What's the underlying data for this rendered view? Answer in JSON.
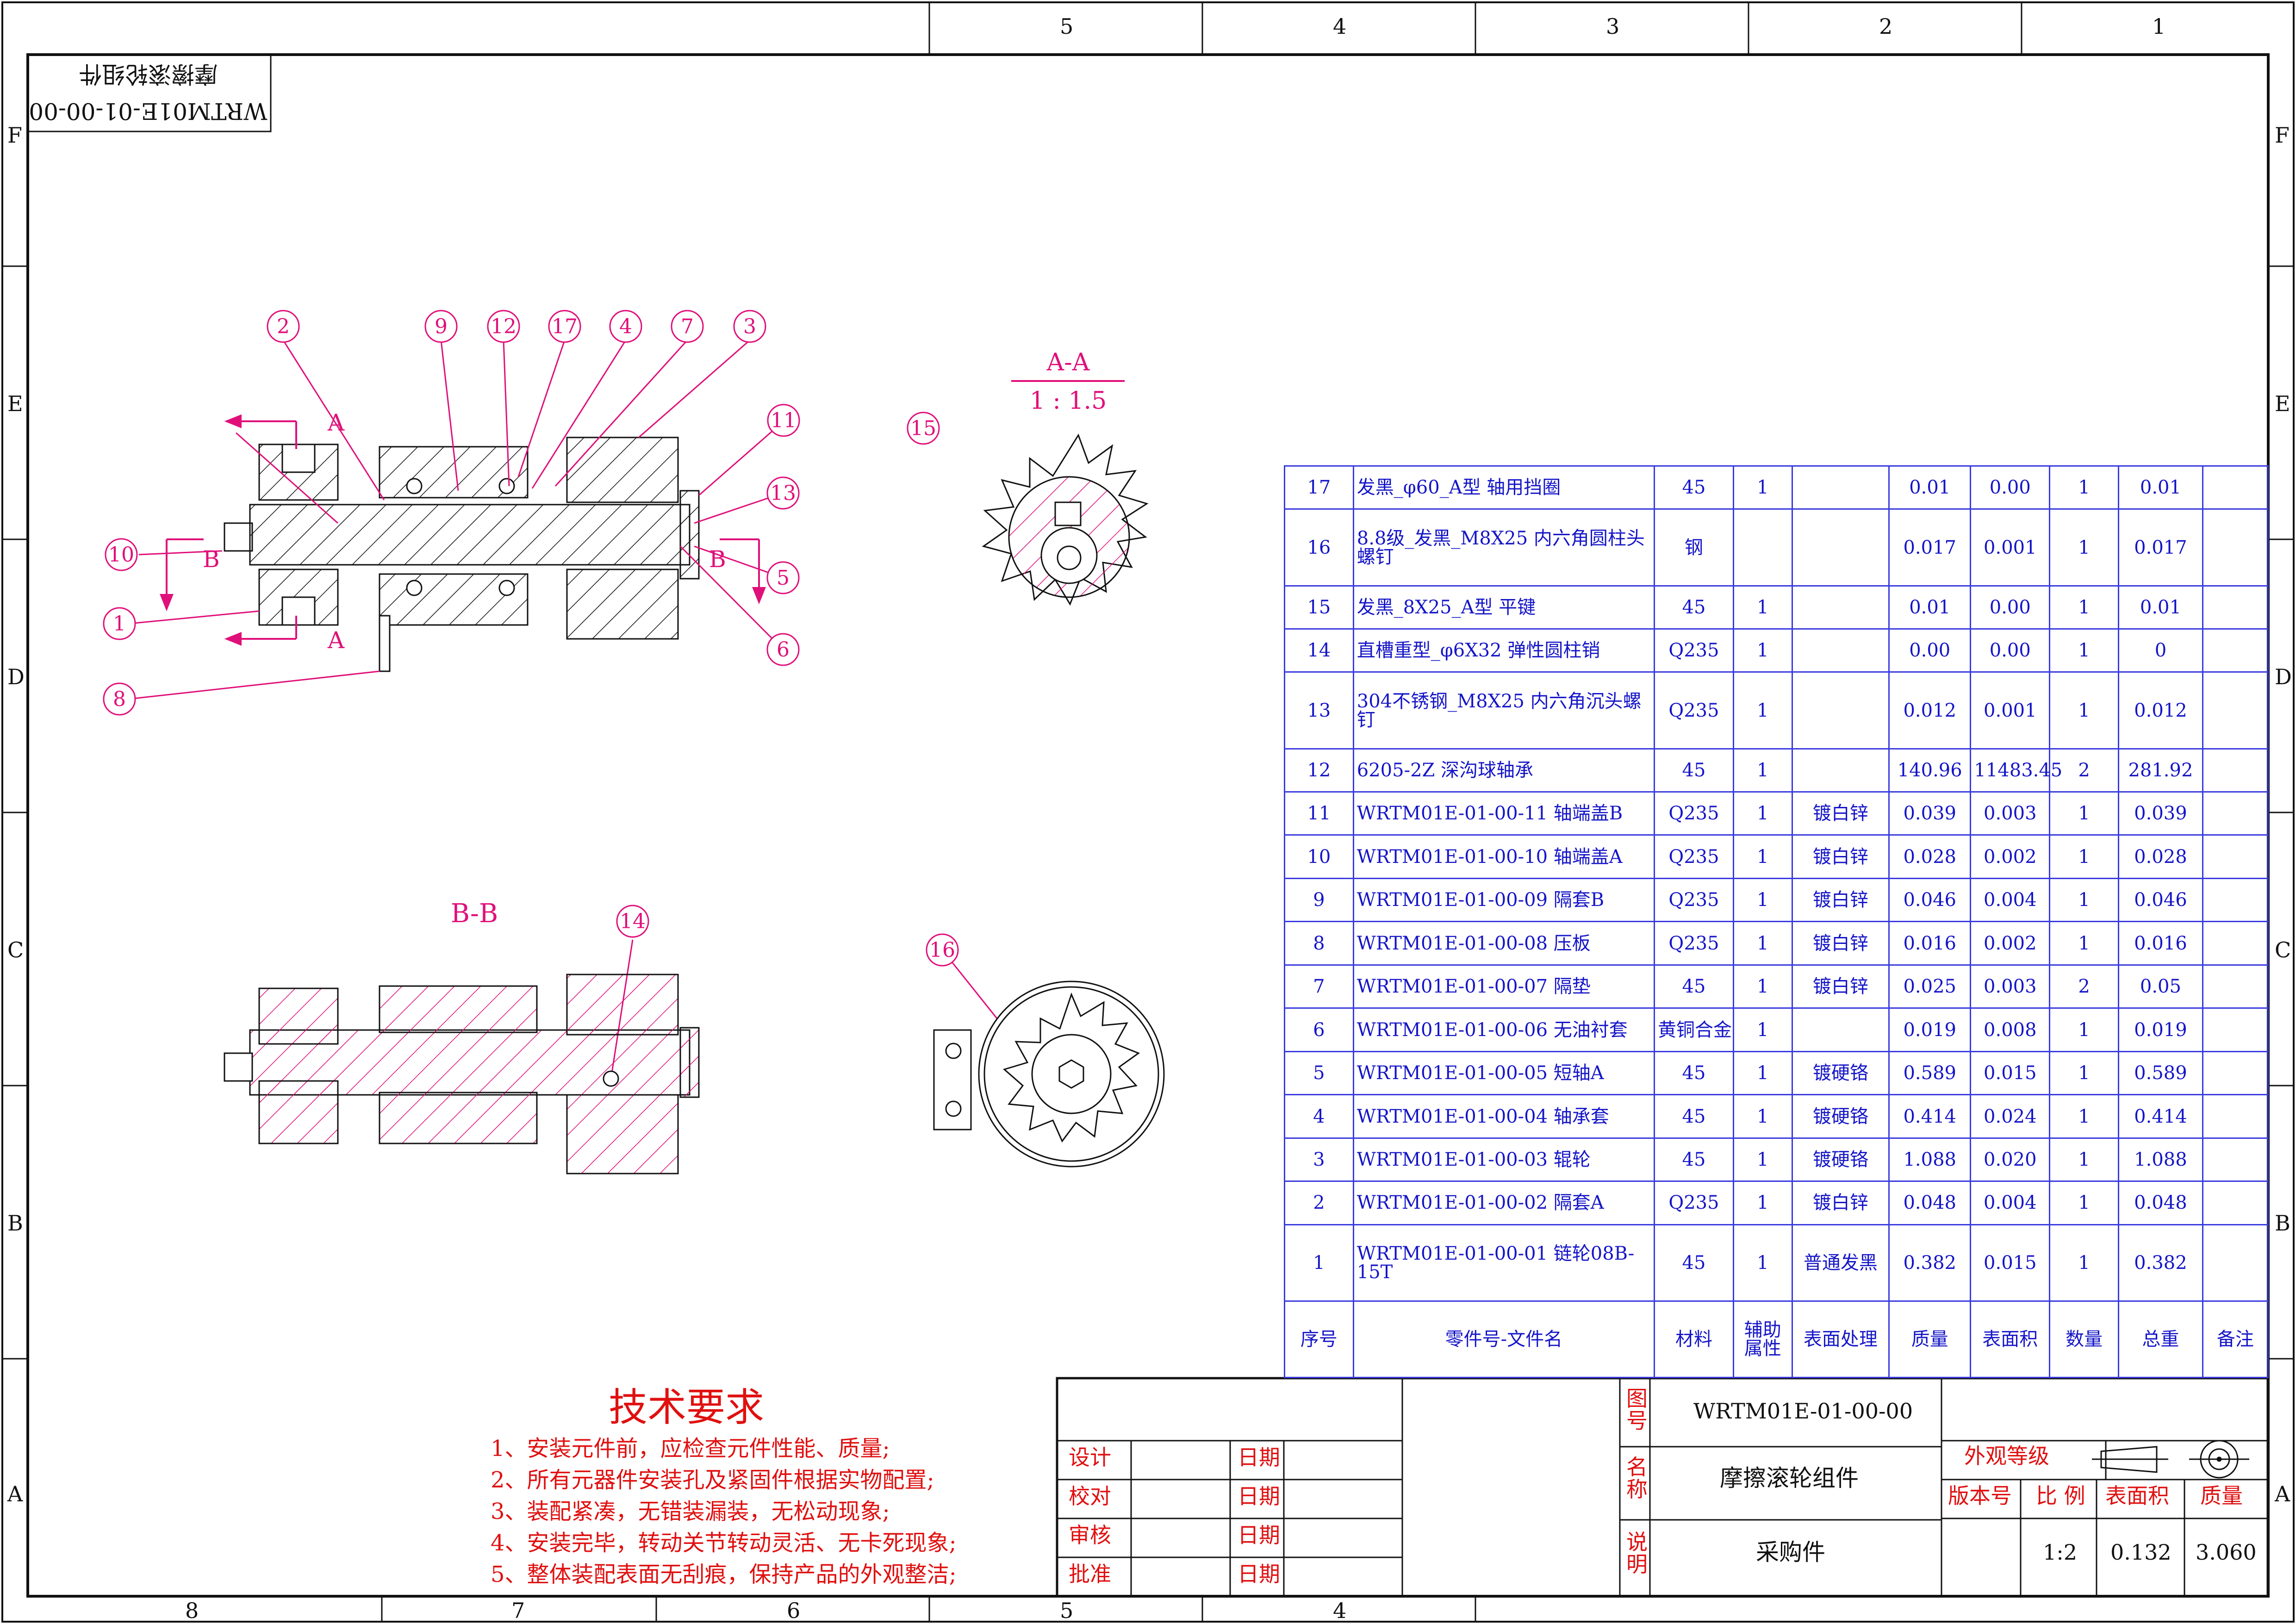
{
  "drawing": {
    "number": "WRTM01E-01-00-00",
    "name": "摩擦滚轮组件",
    "note": "采购件",
    "scale": "1:2",
    "surface_area": "0.132",
    "mass": "3.060"
  },
  "zones": {
    "top_numbers": [
      "5",
      "4",
      "3",
      "2",
      "1"
    ],
    "bottom_numbers": [
      "8",
      "7",
      "6",
      "5",
      "4"
    ],
    "rows": [
      "F",
      "E",
      "D",
      "C",
      "B",
      "A"
    ]
  },
  "views": {
    "section_aa_label": "A-A",
    "section_aa_scale": "1 : 1.5",
    "section_bb_label": "B-B",
    "cut_a": "A",
    "cut_b": "B"
  },
  "balloons": [
    "2",
    "9",
    "12",
    "17",
    "4",
    "7",
    "3",
    "11",
    "13",
    "10",
    "5",
    "1",
    "6",
    "8",
    "15",
    "14",
    "16"
  ],
  "bom_header": [
    "序号",
    "零件号-文件名",
    "材料",
    "辅助属性",
    "表面处理",
    "质量",
    "表面积",
    "数量",
    "总重",
    "备注"
  ],
  "bom": [
    {
      "no": "17",
      "name": "发黑_φ60_A型 轴用挡圈",
      "material": "45",
      "aux": "1",
      "finish": "",
      "mass": "0.01",
      "area": "0.00",
      "qty": "1",
      "total": "0.01"
    },
    {
      "no": "16",
      "name": "8.8级_发黑_M8X25 内六角圆柱头螺钉",
      "material": "钢",
      "aux": "",
      "finish": "",
      "mass": "0.017",
      "area": "0.001",
      "qty": "1",
      "total": "0.017"
    },
    {
      "no": "15",
      "name": "发黑_8X25_A型 平键",
      "material": "45",
      "aux": "1",
      "finish": "",
      "mass": "0.01",
      "area": "0.00",
      "qty": "1",
      "total": "0.01"
    },
    {
      "no": "14",
      "name": "直槽重型_φ6X32 弹性圆柱销",
      "material": "Q235",
      "aux": "1",
      "finish": "",
      "mass": "0.00",
      "area": "0.00",
      "qty": "1",
      "total": "0"
    },
    {
      "no": "13",
      "name": "304不锈钢_M8X25 内六角沉头螺钉",
      "material": "Q235",
      "aux": "1",
      "finish": "",
      "mass": "0.012",
      "area": "0.001",
      "qty": "1",
      "total": "0.012"
    },
    {
      "no": "12",
      "name": "6205-2Z 深沟球轴承",
      "material": "45",
      "aux": "1",
      "finish": "",
      "mass": "140.96",
      "area": "11483.45",
      "qty": "2",
      "total": "281.92"
    },
    {
      "no": "11",
      "name": "WRTM01E-01-00-11 轴端盖B",
      "material": "Q235",
      "aux": "1",
      "finish": "镀白锌",
      "mass": "0.039",
      "area": "0.003",
      "qty": "1",
      "total": "0.039"
    },
    {
      "no": "10",
      "name": "WRTM01E-01-00-10 轴端盖A",
      "material": "Q235",
      "aux": "1",
      "finish": "镀白锌",
      "mass": "0.028",
      "area": "0.002",
      "qty": "1",
      "total": "0.028"
    },
    {
      "no": "9",
      "name": "WRTM01E-01-00-09 隔套B",
      "material": "Q235",
      "aux": "1",
      "finish": "镀白锌",
      "mass": "0.046",
      "area": "0.004",
      "qty": "1",
      "total": "0.046"
    },
    {
      "no": "8",
      "name": "WRTM01E-01-00-08 压板",
      "material": "Q235",
      "aux": "1",
      "finish": "镀白锌",
      "mass": "0.016",
      "area": "0.002",
      "qty": "1",
      "total": "0.016"
    },
    {
      "no": "7",
      "name": "WRTM01E-01-00-07 隔垫",
      "material": "45",
      "aux": "1",
      "finish": "镀白锌",
      "mass": "0.025",
      "area": "0.003",
      "qty": "2",
      "total": "0.05"
    },
    {
      "no": "6",
      "name": "WRTM01E-01-00-06 无油衬套",
      "material": "黄铜合金",
      "aux": "1",
      "finish": "",
      "mass": "0.019",
      "area": "0.008",
      "qty": "1",
      "total": "0.019"
    },
    {
      "no": "5",
      "name": "WRTM01E-01-00-05 短轴A",
      "material": "45",
      "aux": "1",
      "finish": "镀硬铬",
      "mass": "0.589",
      "area": "0.015",
      "qty": "1",
      "total": "0.589"
    },
    {
      "no": "4",
      "name": "WRTM01E-01-00-04 轴承套",
      "material": "45",
      "aux": "1",
      "finish": "镀硬铬",
      "mass": "0.414",
      "area": "0.024",
      "qty": "1",
      "total": "0.414"
    },
    {
      "no": "3",
      "name": "WRTM01E-01-00-03 辊轮",
      "material": "45",
      "aux": "1",
      "finish": "镀硬铬",
      "mass": "1.088",
      "area": "0.020",
      "qty": "1",
      "total": "1.088"
    },
    {
      "no": "2",
      "name": "WRTM01E-01-00-02 隔套A",
      "material": "Q235",
      "aux": "1",
      "finish": "镀白锌",
      "mass": "0.048",
      "area": "0.004",
      "qty": "1",
      "total": "0.048"
    },
    {
      "no": "1",
      "name": "WRTM01E-01-00-01 链轮08B-15T",
      "material": "45",
      "aux": "1",
      "finish": "普通发黑",
      "mass": "0.382",
      "area": "0.015",
      "qty": "1",
      "total": "0.382"
    }
  ],
  "title_block": {
    "fig_no_label": "图号",
    "name_label": "名称",
    "note_label": "说明",
    "design": "设计",
    "check": "校对",
    "review": "审核",
    "approve": "批准",
    "date": "日期",
    "appearance_grade": "外观等级",
    "version": "版本号",
    "scale_label": "比 例",
    "area_label": "表面积",
    "mass_label": "质量"
  },
  "technical_requirements": {
    "title": "技术要求",
    "items": [
      "1、安装元件前，应检查元件性能、质量;",
      "2、所有元器件安装孔及紧固件根据实物配置;",
      "3、装配紧凑，无错装漏装，无松动现象;",
      "4、安装完毕，转动关节转动灵活、无卡死现象;",
      "5、整体装配表面无刮痕，保持产品的外观整洁;"
    ]
  },
  "colors": {
    "annotation": "#e0107a",
    "section_hatch": "#e0107a",
    "bom_text": "#1515c8",
    "requirements": "#e01010",
    "lines": "#111111"
  }
}
